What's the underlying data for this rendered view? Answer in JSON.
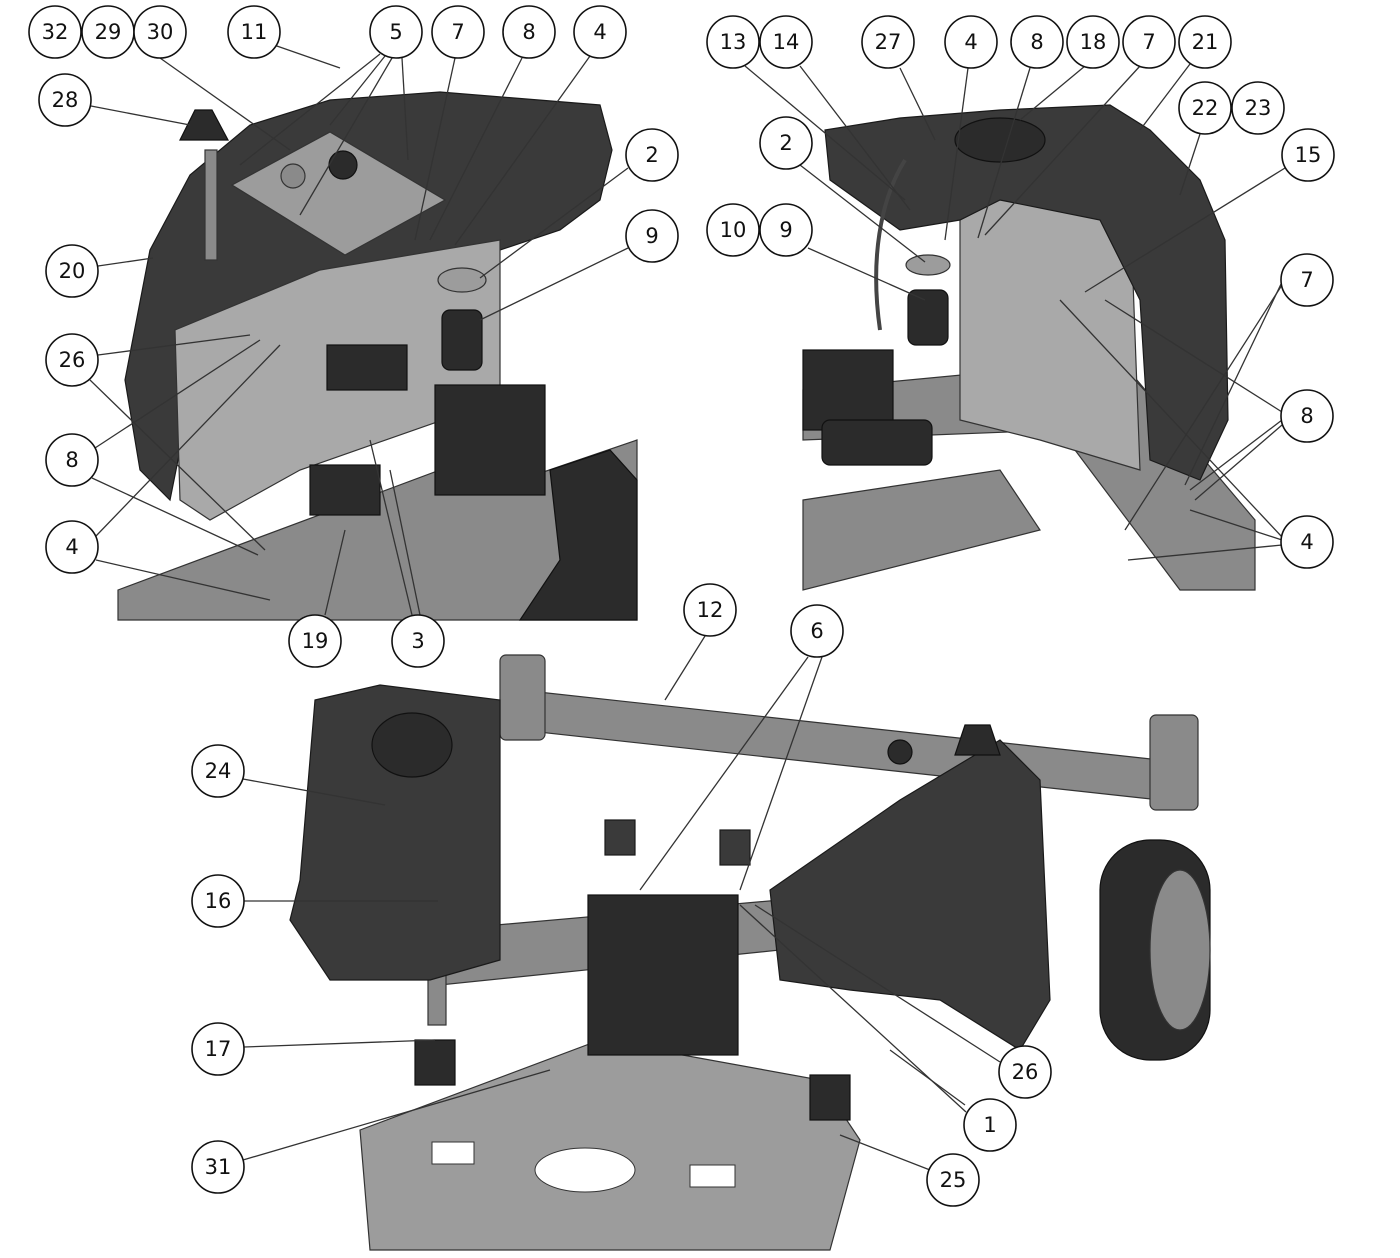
{
  "title": "Parts diagram – fuel tank, control panel and frame assembly",
  "callouts": {
    "top_left": [
      "32",
      "29",
      "30",
      "11",
      "5",
      "7",
      "8",
      "4",
      "28",
      "2",
      "9",
      "20",
      "26",
      "8",
      "4",
      "19",
      "3"
    ],
    "top_right": [
      "13",
      "14",
      "27",
      "4",
      "8",
      "18",
      "7",
      "21",
      "22",
      "23",
      "2",
      "15",
      "10",
      "9",
      "7",
      "8",
      "4"
    ],
    "bottom": [
      "12",
      "6",
      "24",
      "16",
      "17",
      "31",
      "26",
      "1",
      "25"
    ]
  },
  "colors": {
    "body": "#3a3a3a",
    "frame": "#8a8a8a",
    "plate": "#9c9c9c",
    "outline": "#111111"
  }
}
